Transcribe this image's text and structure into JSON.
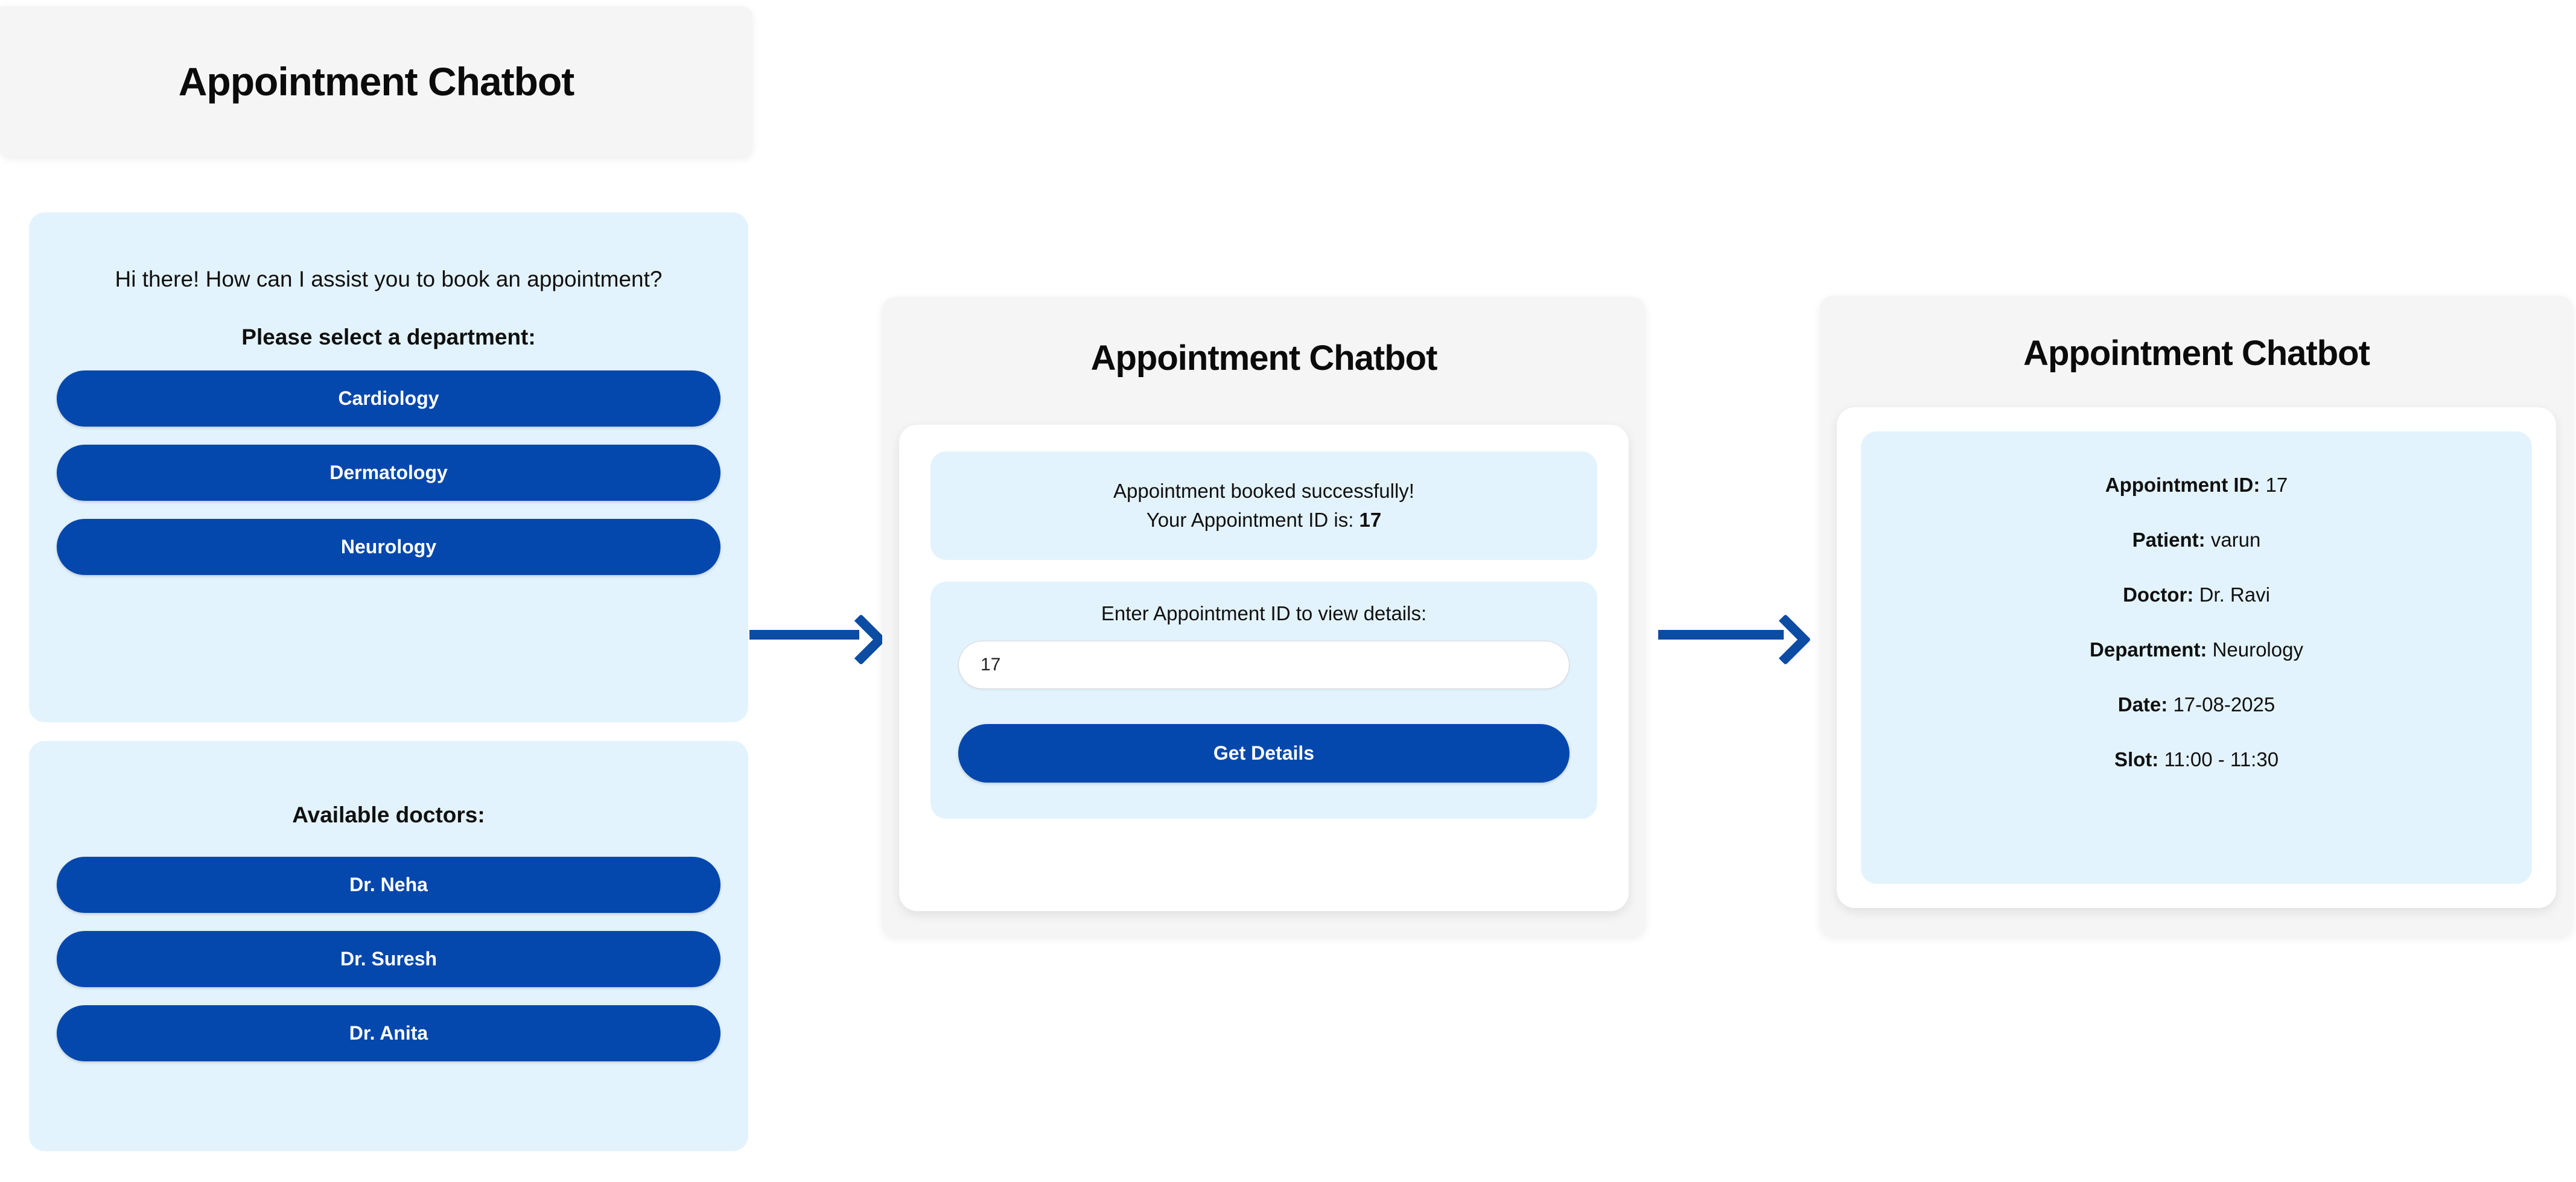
{
  "panels": {
    "left": {
      "title": "Appointment Chatbot",
      "greeting": "Hi there! How can I assist you to book an appointment?",
      "select_prompt": "Please select a department:",
      "departments": [
        {
          "label": "Cardiology"
        },
        {
          "label": "Dermatology"
        },
        {
          "label": "Neurology"
        }
      ],
      "doctors_title": "Available doctors:",
      "doctors": [
        {
          "label": "Dr. Neha"
        },
        {
          "label": "Dr. Suresh"
        },
        {
          "label": "Dr. Anita"
        }
      ]
    },
    "middle": {
      "title": "Appointment Chatbot",
      "confirm_line_1": "Appointment booked successfully!",
      "confirm_line_2_label": "Your Appointment ID is:",
      "confirm_line_2_value": "17",
      "lookup_label": "Enter Appointment ID to view details:",
      "input_value": "17",
      "input_placeholder": "",
      "get_details_label": "Get Details"
    },
    "right": {
      "title": "Appointment Chatbot",
      "details": [
        {
          "label": "Appointment ID:",
          "value": "17"
        },
        {
          "label": "Patient:",
          "value": "varun"
        },
        {
          "label": "Doctor:",
          "value": "Dr. Ravi"
        },
        {
          "label": "Department:",
          "value": "Neurology"
        },
        {
          "label": "Date:",
          "value": "17-08-2025"
        },
        {
          "label": "Slot:",
          "value": "11:00 - 11:30"
        }
      ]
    }
  },
  "flow": {
    "arrow_1": "arrow-right-icon",
    "arrow_2": "arrow-right-icon"
  },
  "colors": {
    "primary_blue": "#0447ad",
    "arrow_blue": "#0c4ca3",
    "bubble_blue": "#e3f3fd",
    "panel_grey": "#f5f5f5"
  }
}
